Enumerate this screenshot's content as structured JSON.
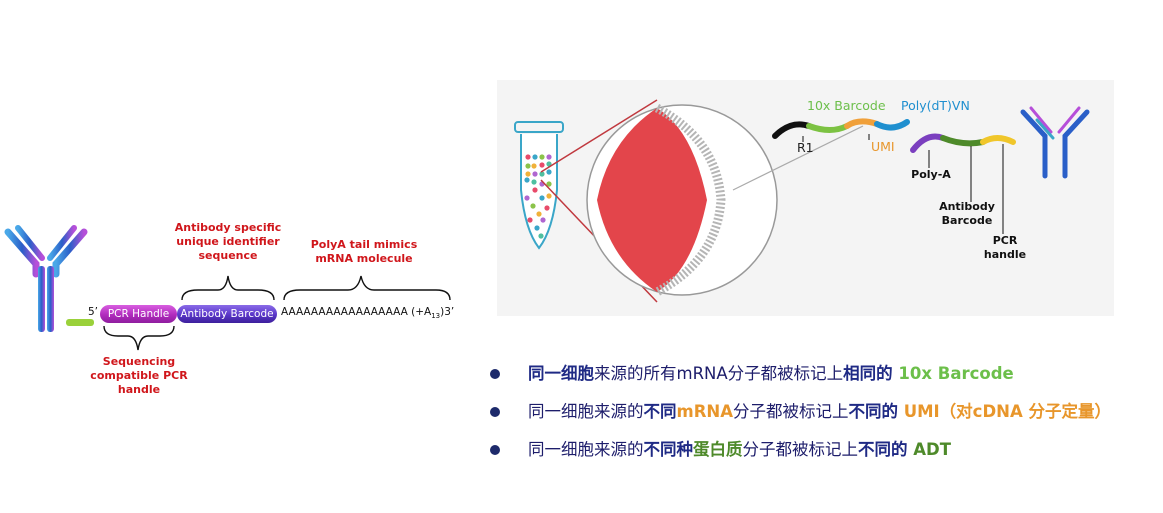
{
  "left_diagram": {
    "notes": {
      "identifier": [
        "Antibody specific",
        "unique identifier",
        "sequence"
      ],
      "polya": [
        "PolyA tail mimics",
        "mRNA molecule"
      ],
      "sequencing": [
        "Sequencing",
        "compatible PCR",
        "handle"
      ]
    },
    "five_prime": "5’",
    "pcr_handle": "PCR Handle",
    "antibody_barcode": "Antibody Barcode",
    "poly_a_seq": "AAAAAAAAAAAAAAAAA (+A",
    "poly_a_sub": "13",
    "three_prime": ")3’"
  },
  "right_diagram": {
    "label_10x": "10x Barcode",
    "label_polydt": "Poly(dT)VN",
    "label_r1": "R1",
    "label_umi": "UMI",
    "label_polya": "Poly-A",
    "label_ab_barcode": [
      "Antibody",
      "Barcode"
    ],
    "label_pcr": [
      "PCR",
      "handle"
    ]
  },
  "bullets": [
    [
      {
        "text": "同一细胞",
        "style": "b c-navy"
      },
      {
        "text": "来源的所有mRNA分子都被标记上",
        "style": ""
      },
      {
        "text": "相同的",
        "style": "b c-navy"
      },
      {
        "text": " 10x Barcode",
        "style": "b c-green"
      }
    ],
    [
      {
        "text": "同一细胞来源的",
        "style": ""
      },
      {
        "text": "不同",
        "style": "b c-navy"
      },
      {
        "text": "mRNA",
        "style": "b c-orange"
      },
      {
        "text": "分子都被标记上",
        "style": ""
      },
      {
        "text": "不同的",
        "style": "b c-navy"
      },
      {
        "text": " UMI（对cDNA 分子定量）",
        "style": "b c-orange"
      }
    ],
    [
      {
        "text": "同一细胞来源的",
        "style": ""
      },
      {
        "text": "不同种",
        "style": "b c-navy"
      },
      {
        "text": "蛋白质",
        "style": "b c-dgreen"
      },
      {
        "text": "分子都被标记上",
        "style": ""
      },
      {
        "text": "不同的",
        "style": "b c-navy"
      },
      {
        "text": " ADT",
        "style": "b c-dgreen"
      }
    ]
  ],
  "colors": {
    "note_red": "#d0161b",
    "navy": "#1f2a85",
    "barcode_green": "#6cbf4a",
    "umi_orange": "#e8962b",
    "adt_green": "#4e8a2a",
    "droplet_red": "#e3454b",
    "polydt_blue": "#1f8fcf"
  }
}
